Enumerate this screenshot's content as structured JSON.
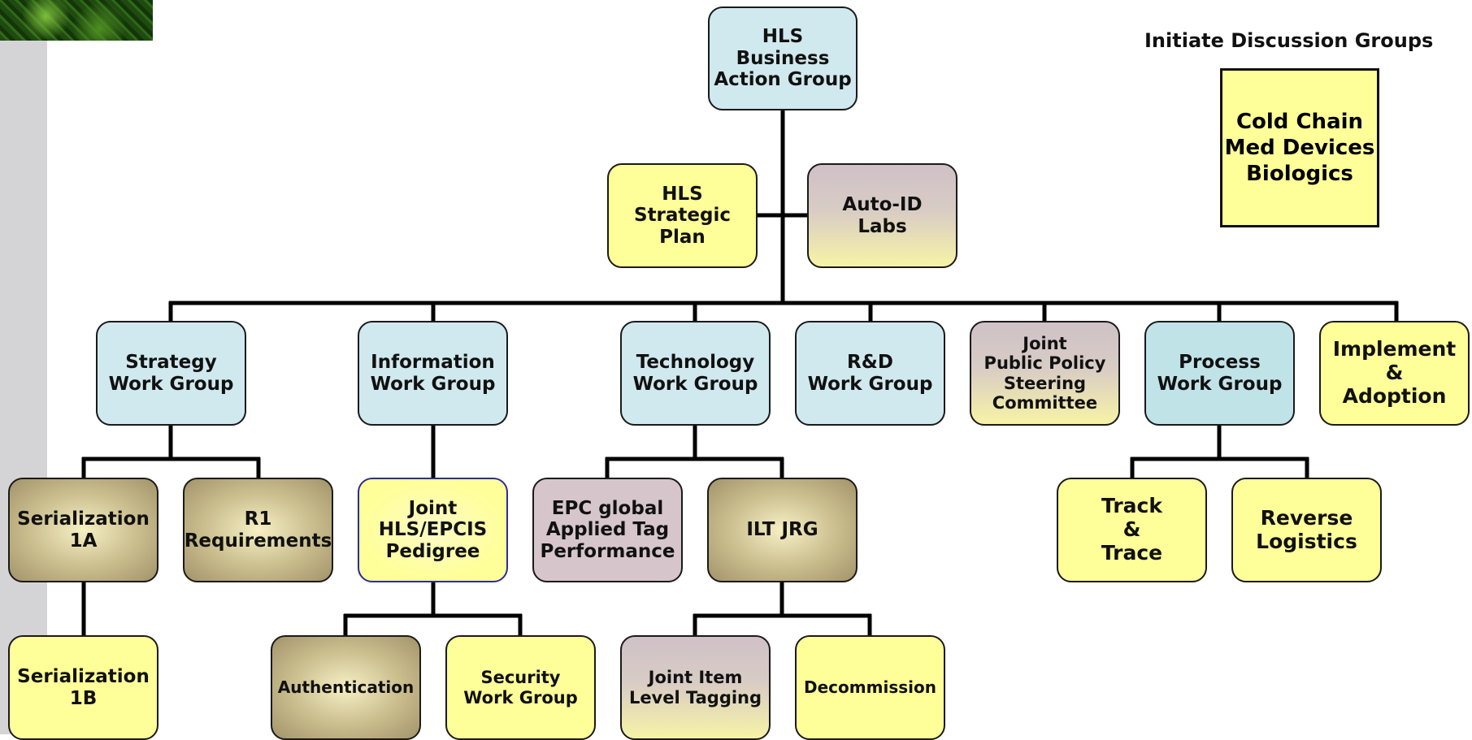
{
  "nodes": {
    "hls_business_action_group": "HLS\nBusiness\nAction Group",
    "hls_strategic_plan": "HLS\nStrategic\nPlan",
    "auto_id_labs": "Auto-ID\nLabs",
    "strategy_work_group": "Strategy\nWork Group",
    "information_work_group": "Information\nWork Group",
    "technology_work_group": "Technology\nWork Group",
    "rd_work_group": "R&D\nWork Group",
    "joint_public_policy": "Joint\nPublic Policy\nSteering\nCommittee",
    "process_work_group": "Process\nWork Group",
    "implement_adoption": "Implement\n&\nAdoption",
    "serialization_1a": "Serialization\n1A",
    "r1_requirements": "R1\nRequirements",
    "joint_hls_epcis_pedigree": "Joint\nHLS/EPCIS\nPedigree",
    "epc_global_applied_tag": "EPC global\nApplied Tag\nPerformance",
    "ilt_jrg": "ILT JRG",
    "track_trace": "Track\n&\nTrace",
    "reverse_logistics": "Reverse\nLogistics",
    "serialization_1b": "Serialization\n1B",
    "authentication": "Authentication",
    "security_work_group": "Security\nWork Group",
    "joint_item_level_tagging": "Joint Item\nLevel Tagging",
    "decommission": "Decommission"
  },
  "discussion": {
    "title": "Initiate Discussion Groups",
    "groups": "Cold Chain\nMed Devices\nBiologics"
  },
  "colors": {
    "blue": "#d0e9ee",
    "yellow": "#ffff99",
    "mauve": "#cfc1c6",
    "gold": "#c8bb8c",
    "connector": "#000000"
  }
}
